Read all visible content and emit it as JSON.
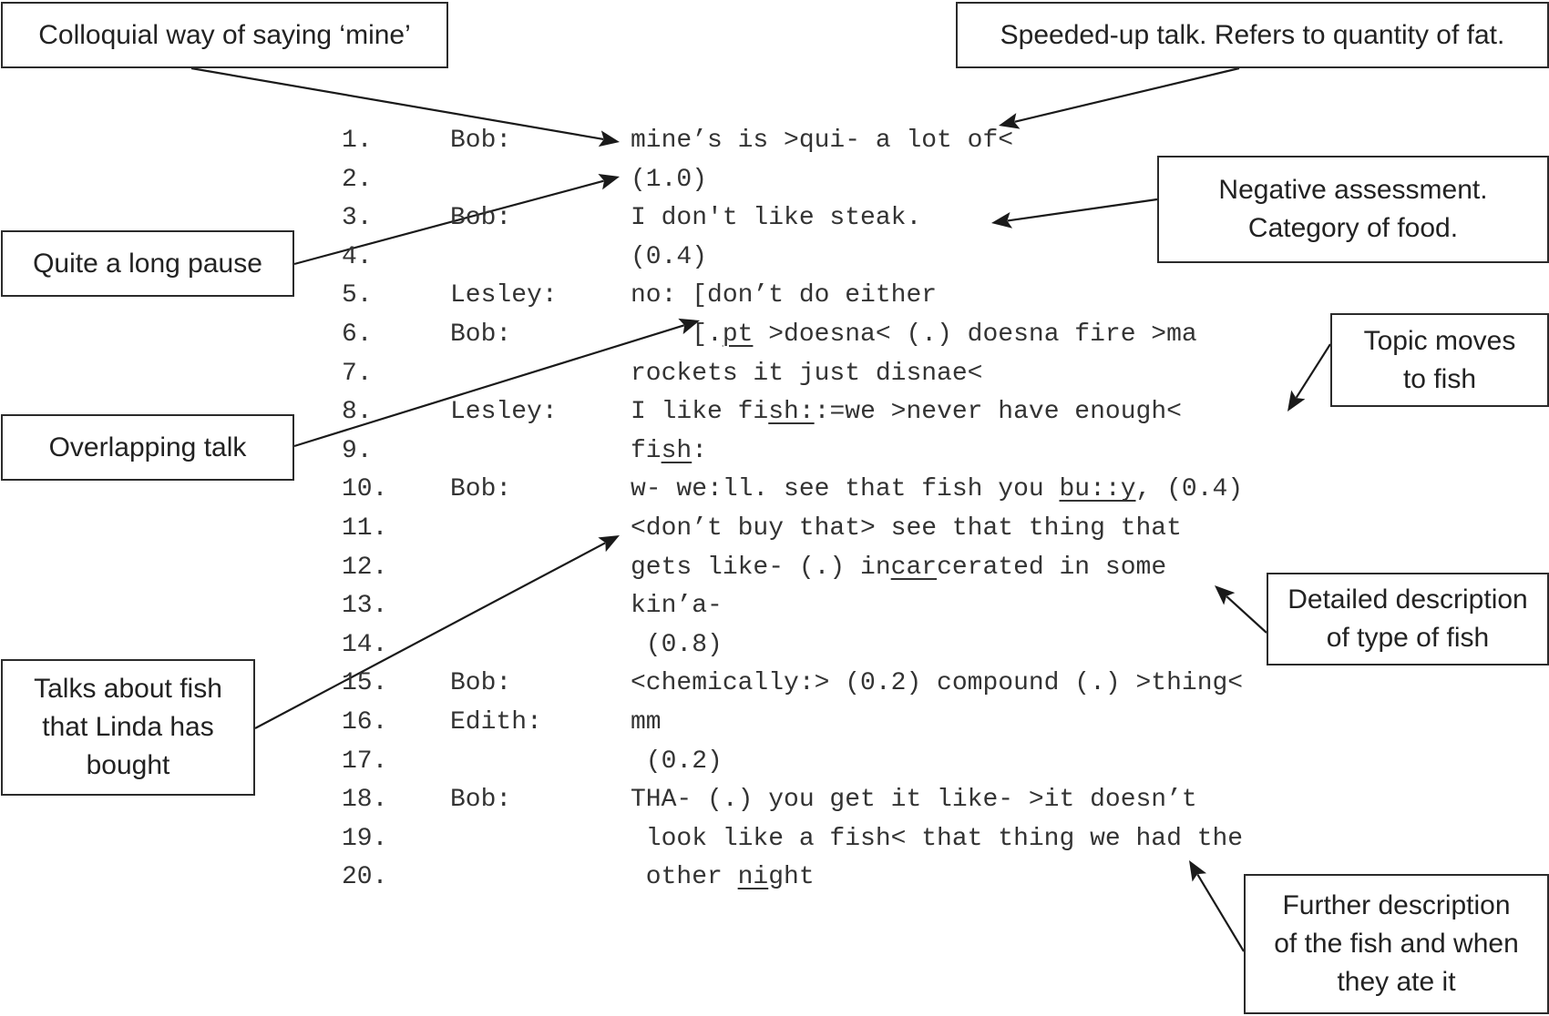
{
  "figure": {
    "type": "conversation-analysis-transcript",
    "transcript": [
      {
        "num": "1.",
        "speaker": "Bob:",
        "segments": [
          {
            "text": "mine’s is >qui- a lot of<"
          }
        ]
      },
      {
        "num": "2.",
        "speaker": "",
        "segments": [
          {
            "text": "(1.0)"
          }
        ]
      },
      {
        "num": "3.",
        "speaker": "Bob:",
        "segments": [
          {
            "text": "I don't like steak."
          }
        ]
      },
      {
        "num": "4.",
        "speaker": "",
        "segments": [
          {
            "text": "(0.4)"
          }
        ]
      },
      {
        "num": "5.",
        "speaker": "Lesley:",
        "segments": [
          {
            "text": "no: [don’t do either"
          }
        ]
      },
      {
        "num": "6.",
        "speaker": "Bob:",
        "segments": [
          {
            "text": "    [."
          },
          {
            "text": "pt",
            "underline": true
          },
          {
            "text": " >doesna< (.) doesna fire >ma"
          }
        ]
      },
      {
        "num": "7.",
        "speaker": "",
        "segments": [
          {
            "text": "rockets it just disnae<"
          }
        ]
      },
      {
        "num": "8.",
        "speaker": "Lesley:",
        "segments": [
          {
            "text": "I like fi"
          },
          {
            "text": "sh:",
            "underline": true
          },
          {
            "text": ":=we >never have enough<"
          }
        ]
      },
      {
        "num": "9.",
        "speaker": "",
        "segments": [
          {
            "text": "fi"
          },
          {
            "text": "sh",
            "underline": true
          },
          {
            "text": ":"
          }
        ]
      },
      {
        "num": "10.",
        "speaker": "Bob:",
        "segments": [
          {
            "text": "w- we:ll. see that fish you "
          },
          {
            "text": "bu::y",
            "underline": true
          },
          {
            "text": ", (0.4)"
          }
        ]
      },
      {
        "num": "11.",
        "speaker": "",
        "segments": [
          {
            "text": "<don’t buy that> see that thing that"
          }
        ]
      },
      {
        "num": "12.",
        "speaker": "",
        "segments": [
          {
            "text": "gets like- (.) in"
          },
          {
            "text": "car",
            "underline": true
          },
          {
            "text": "cerated in some"
          }
        ]
      },
      {
        "num": "13.",
        "speaker": "",
        "segments": [
          {
            "text": "kin’a-"
          }
        ]
      },
      {
        "num": "14.",
        "speaker": "",
        "segments": [
          {
            "text": " (0.8)"
          }
        ]
      },
      {
        "num": "15.",
        "speaker": "Bob:",
        "segments": [
          {
            "text": "<chemically:> (0.2) compound (.) >thing<"
          }
        ]
      },
      {
        "num": "16.",
        "speaker": "Edith:",
        "segments": [
          {
            "text": "mm"
          }
        ]
      },
      {
        "num": "17.",
        "speaker": "",
        "segments": [
          {
            "text": " (0.2)"
          }
        ]
      },
      {
        "num": "18.",
        "speaker": "Bob:",
        "segments": [
          {
            "text": "THA- (.) you get it like- >it doesn’t"
          }
        ]
      },
      {
        "num": "19.",
        "speaker": "",
        "segments": [
          {
            "text": " look like a fish< that thing we had the"
          }
        ]
      },
      {
        "num": "20.",
        "speaker": "",
        "segments": [
          {
            "text": " other "
          },
          {
            "text": "ni",
            "underline": true
          },
          {
            "text": "ght"
          }
        ]
      }
    ],
    "callouts": [
      {
        "id": "colloquial",
        "text": "Colloquial way of saying ‘mine’",
        "target_line": 1
      },
      {
        "id": "speeded-up",
        "text": "Speeded-up talk. Refers to quantity of fat.",
        "target_line": 1
      },
      {
        "id": "long-pause",
        "text": "Quite a long pause",
        "target_line": 2
      },
      {
        "id": "negative",
        "text": "Negative assessment.\nCategory of food.",
        "target_line": 3
      },
      {
        "id": "overlapping",
        "text": "Overlapping talk",
        "target_line": 6
      },
      {
        "id": "topic-fish",
        "text": "Topic moves\nto fish",
        "target_line": 8
      },
      {
        "id": "linda-fish",
        "text": "Talks about fish\nthat Linda has\nbought",
        "target_line": 11
      },
      {
        "id": "detailed",
        "text": "Detailed description\nof type of fish",
        "target_line": 12
      },
      {
        "id": "further",
        "text": "Further description\nof the fish and when\nthey ate it",
        "target_line": 19
      }
    ]
  }
}
